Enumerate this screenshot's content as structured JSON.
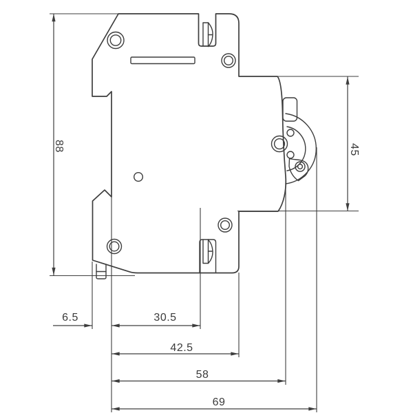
{
  "drawing": {
    "type": "technical-dimension-drawing",
    "subject": "din-rail-circuit-breaker-side-profile",
    "units_shown": "mm (implied, unlabeled)",
    "dimensions": {
      "total_height": "88",
      "front_section_height": "45",
      "rail_hook_offset": "6.5",
      "clip_notch_offset": "30.5",
      "lower_body_depth": "42.5",
      "body_depth": "58",
      "total_depth": "69"
    },
    "colors": {
      "line": "#3d3d3d",
      "text": "#3a3a3a",
      "background": "#ffffff"
    }
  }
}
